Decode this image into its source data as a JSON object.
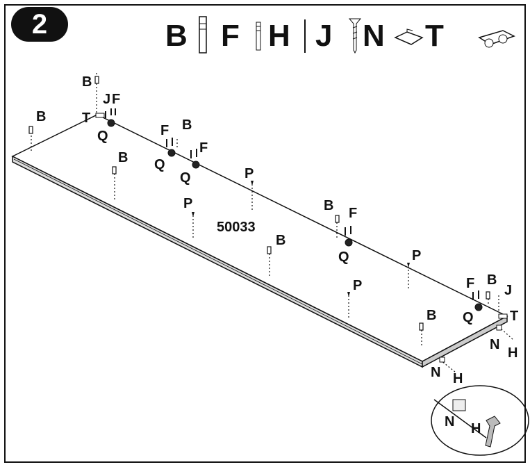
{
  "step": {
    "number": "2"
  },
  "parts_header": {
    "letters": [
      {
        "letter": "B",
        "icon": "dowel-icon"
      },
      {
        "letter": "F",
        "icon": "cam-bolt-icon"
      },
      {
        "letter": "H",
        "icon": "nail-icon"
      },
      {
        "letter": "J",
        "icon": "pin-icon"
      },
      {
        "letter": "N",
        "icon": "screw-icon"
      },
      {
        "letter": "T",
        "icon": "bracket-icon"
      },
      {
        "letter": "",
        "icon": "connector-fitting-icon"
      }
    ]
  },
  "panel": {
    "part_number": "50033"
  },
  "callouts": {
    "B": "B",
    "F": "F",
    "J": "J",
    "T": "T",
    "Q": "Q",
    "P": "P",
    "N": "N",
    "H": "H"
  },
  "detail": {
    "label_n": "N",
    "label_h": "H"
  }
}
